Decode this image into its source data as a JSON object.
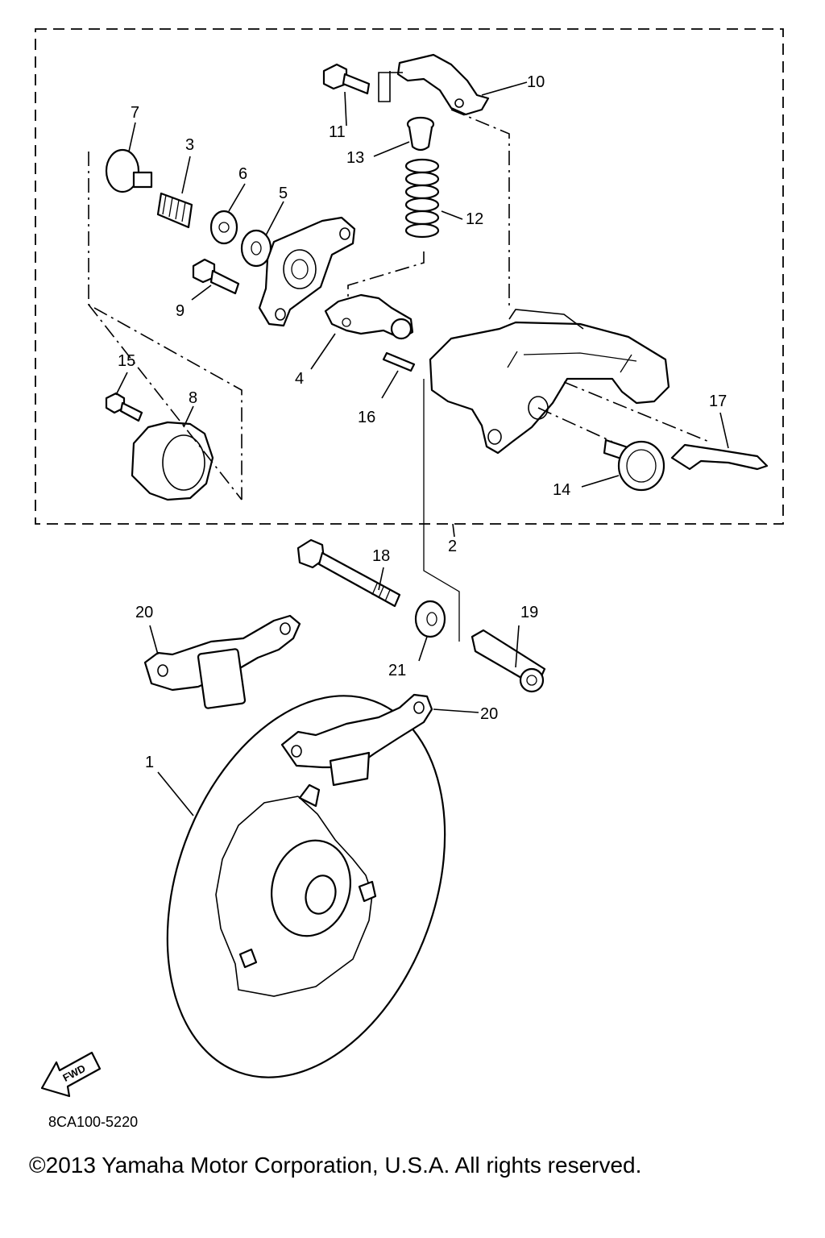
{
  "diagram": {
    "callouts": {
      "c1": "1",
      "c2": "2",
      "c3": "3",
      "c4": "4",
      "c5": "5",
      "c6": "6",
      "c7": "7",
      "c8": "8",
      "c9": "9",
      "c10": "10",
      "c11": "11",
      "c12": "12",
      "c13": "13",
      "c14": "14",
      "c15": "15",
      "c16": "16",
      "c17": "17",
      "c18": "18",
      "c19": "19",
      "c20a": "20",
      "c20b": "20",
      "c21": "21"
    },
    "fwd_label": "FWD",
    "catalog_code": "8CA100-5220"
  },
  "footer": {
    "copyright": "©2013 Yamaha Motor Corporation, U.S.A. All rights reserved."
  }
}
